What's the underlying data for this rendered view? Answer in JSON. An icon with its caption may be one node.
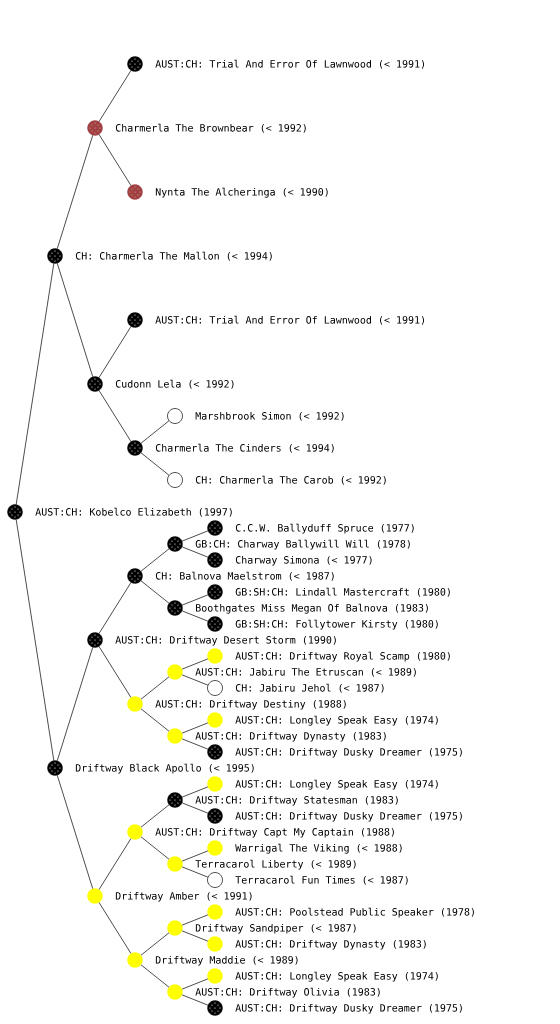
{
  "diagram": {
    "nodes": [
      {
        "text": [
          "AUST:CH: Trial And Error Of Lawnwood (< 1991)"
        ]
      },
      {
        "text": [
          "Charmerla The Brownbear (< 1992)"
        ]
      },
      {
        "text": [
          "Nynta The Alcheringa (< 1990)"
        ]
      },
      {
        "text": [
          "CH: Charmerla The Mallon (< 1994)"
        ]
      },
      {
        "text": [
          "AUST:CH: Trial And Error Of Lawnwood (< 1991)"
        ]
      },
      {
        "text": [
          "Cudonn Lela (< 1992)"
        ]
      },
      {
        "text": [
          "Marshbrook Simon (< 1992)"
        ]
      },
      {
        "text": [
          "Charmerla The Cinders (< 1994)"
        ]
      },
      {
        "text": [
          "CH: Charmerla The Carob (< 1992)"
        ]
      },
      {
        "text": [
          "AUST:CH: Kobelco Elizabeth (1997)"
        ]
      },
      {
        "text": [
          "C.C.W. Ballyduff Spruce (1977)"
        ]
      },
      {
        "text": [
          "GB:CH: Charway Ballywill Will (1978)"
        ]
      },
      {
        "text": [
          "Charway Simona (< 1977)"
        ]
      },
      {
        "text": [
          "CH: Balnova Maelstrom (< 1987)"
        ]
      },
      {
        "text": [
          "GB:SH:CH: Lindall Mastercraft (1980)"
        ]
      },
      {
        "text": [
          "Boothgates Miss Megan Of Balnova (1983)"
        ]
      },
      {
        "text": [
          "GB:SH:CH: Follytower Kirsty (1980)"
        ]
      },
      {
        "text": [
          "AUST:CH: Driftway Desert Storm (1990)"
        ]
      },
      {
        "text": [
          "AUST:CH: Driftway Royal Scamp (1980)"
        ]
      },
      {
        "text": [
          "AUST:CH: Jabiru The Etruscan (< 1989)"
        ]
      },
      {
        "text": [
          "CH: Jabiru Jehol (< 1987)"
        ]
      },
      {
        "text": [
          "AUST:CH: Driftway Destiny (1988)"
        ]
      },
      {
        "text": [
          "AUST:CH: Longley Speak Easy (1974)"
        ]
      },
      {
        "text": [
          "AUST:CH: Driftway Dynasty (1983)"
        ]
      },
      {
        "text": [
          "AUST:CH: Driftway Dusky Dreamer (1975)"
        ]
      },
      {
        "text": [
          "Driftway Black Apollo (< 1995)"
        ]
      },
      {
        "text": [
          "AUST:CH: Longley Speak Easy (1974)"
        ]
      },
      {
        "text": [
          "AUST:CH: Driftway Statesman (1983)"
        ]
      },
      {
        "text": [
          "AUST:CH: Driftway Dusky Dreamer (1975)"
        ]
      },
      {
        "text": [
          "AUST:CH: Driftway Capt My Captain (1988)"
        ]
      },
      {
        "text": [
          "Warrigal The Viking (< 1988)"
        ]
      },
      {
        "text": [
          "Terracarol Liberty (< 1989)"
        ]
      },
      {
        "text": [
          "Terracarol Fun Times (< 1987)"
        ]
      },
      {
        "text": [
          "Driftway Amber (< 1991)"
        ]
      },
      {
        "text": [
          "AUST:CH: Poolstead Public Speaker (1978)"
        ]
      },
      {
        "text": [
          "Driftway Sandpiper (< 1987)"
        ]
      },
      {
        "text": [
          "AUST:CH: Driftway Dynasty (1983)"
        ]
      },
      {
        "text": [
          "Driftway Maddie (< 1989)"
        ]
      },
      {
        "text": [
          "AUST:CH: Longley Speak Easy (1974)"
        ]
      },
      {
        "text": [
          "AUST:CH: Driftway Olivia (1983)"
        ]
      },
      {
        "text": [
          "AUST:CH: Driftway Dusky Dreamer (1975)"
        ]
      }
    ],
    "edges": [
      {
        "from": 9,
        "to": 3,
        "arrow": "none"
      },
      {
        "from": 9,
        "to": 25,
        "arrow": "none"
      },
      {
        "from": 3,
        "to": 1,
        "arrow": "none"
      },
      {
        "from": 3,
        "to": 5,
        "arrow": "none"
      },
      {
        "from": 1,
        "to": 0,
        "arrow": "none"
      },
      {
        "from": 1,
        "to": 2,
        "arrow": "none"
      },
      {
        "from": 5,
        "to": 4,
        "arrow": "none"
      },
      {
        "from": 5,
        "to": 7,
        "arrow": "none"
      },
      {
        "from": 7,
        "to": 6,
        "arrow": "none"
      },
      {
        "from": 7,
        "to": 8,
        "arrow": "none"
      },
      {
        "from": 25,
        "to": 17,
        "arrow": "none"
      },
      {
        "from": 25,
        "to": 33,
        "arrow": "none"
      },
      {
        "from": 17,
        "to": 13,
        "arrow": "none"
      },
      {
        "from": 17,
        "to": 21,
        "arrow": "none"
      },
      {
        "from": 13,
        "to": 11,
        "arrow": "none"
      },
      {
        "from": 13,
        "to": 15,
        "arrow": "none"
      },
      {
        "from": 11,
        "to": 10,
        "arrow": "none"
      },
      {
        "from": 11,
        "to": 12,
        "arrow": "none"
      },
      {
        "from": 15,
        "to": 14,
        "arrow": "none"
      },
      {
        "from": 15,
        "to": 16,
        "arrow": "none"
      },
      {
        "from": 21,
        "to": 19,
        "arrow": "none"
      },
      {
        "from": 21,
        "to": 23,
        "arrow": "none"
      },
      {
        "from": 19,
        "to": 18,
        "arrow": "none"
      },
      {
        "from": 19,
        "to": 20,
        "arrow": "none"
      },
      {
        "from": 23,
        "to": 22,
        "arrow": "none"
      },
      {
        "from": 23,
        "to": 24,
        "arrow": "none"
      },
      {
        "from": 33,
        "to": 29,
        "arrow": "none"
      },
      {
        "from": 33,
        "to": 37,
        "arrow": "none"
      },
      {
        "from": 29,
        "to": 27,
        "arrow": "none"
      },
      {
        "from": 29,
        "to": 31,
        "arrow": "none"
      },
      {
        "from": 27,
        "to": 26,
        "arrow": "none"
      },
      {
        "from": 27,
        "to": 28,
        "arrow": "none"
      },
      {
        "from": 31,
        "to": 30,
        "arrow": "none"
      },
      {
        "from": 31,
        "to": 32,
        "arrow": "none"
      },
      {
        "from": 37,
        "to": 35,
        "arrow": "none"
      },
      {
        "from": 37,
        "to": 39,
        "arrow": "none"
      },
      {
        "from": 35,
        "to": 34,
        "arrow": "none"
      },
      {
        "from": 35,
        "to": 36,
        "arrow": "none"
      },
      {
        "from": 39,
        "to": 38,
        "arrow": "none"
      },
      {
        "from": 39,
        "to": 40,
        "arrow": "none"
      }
    ]
  }
}
